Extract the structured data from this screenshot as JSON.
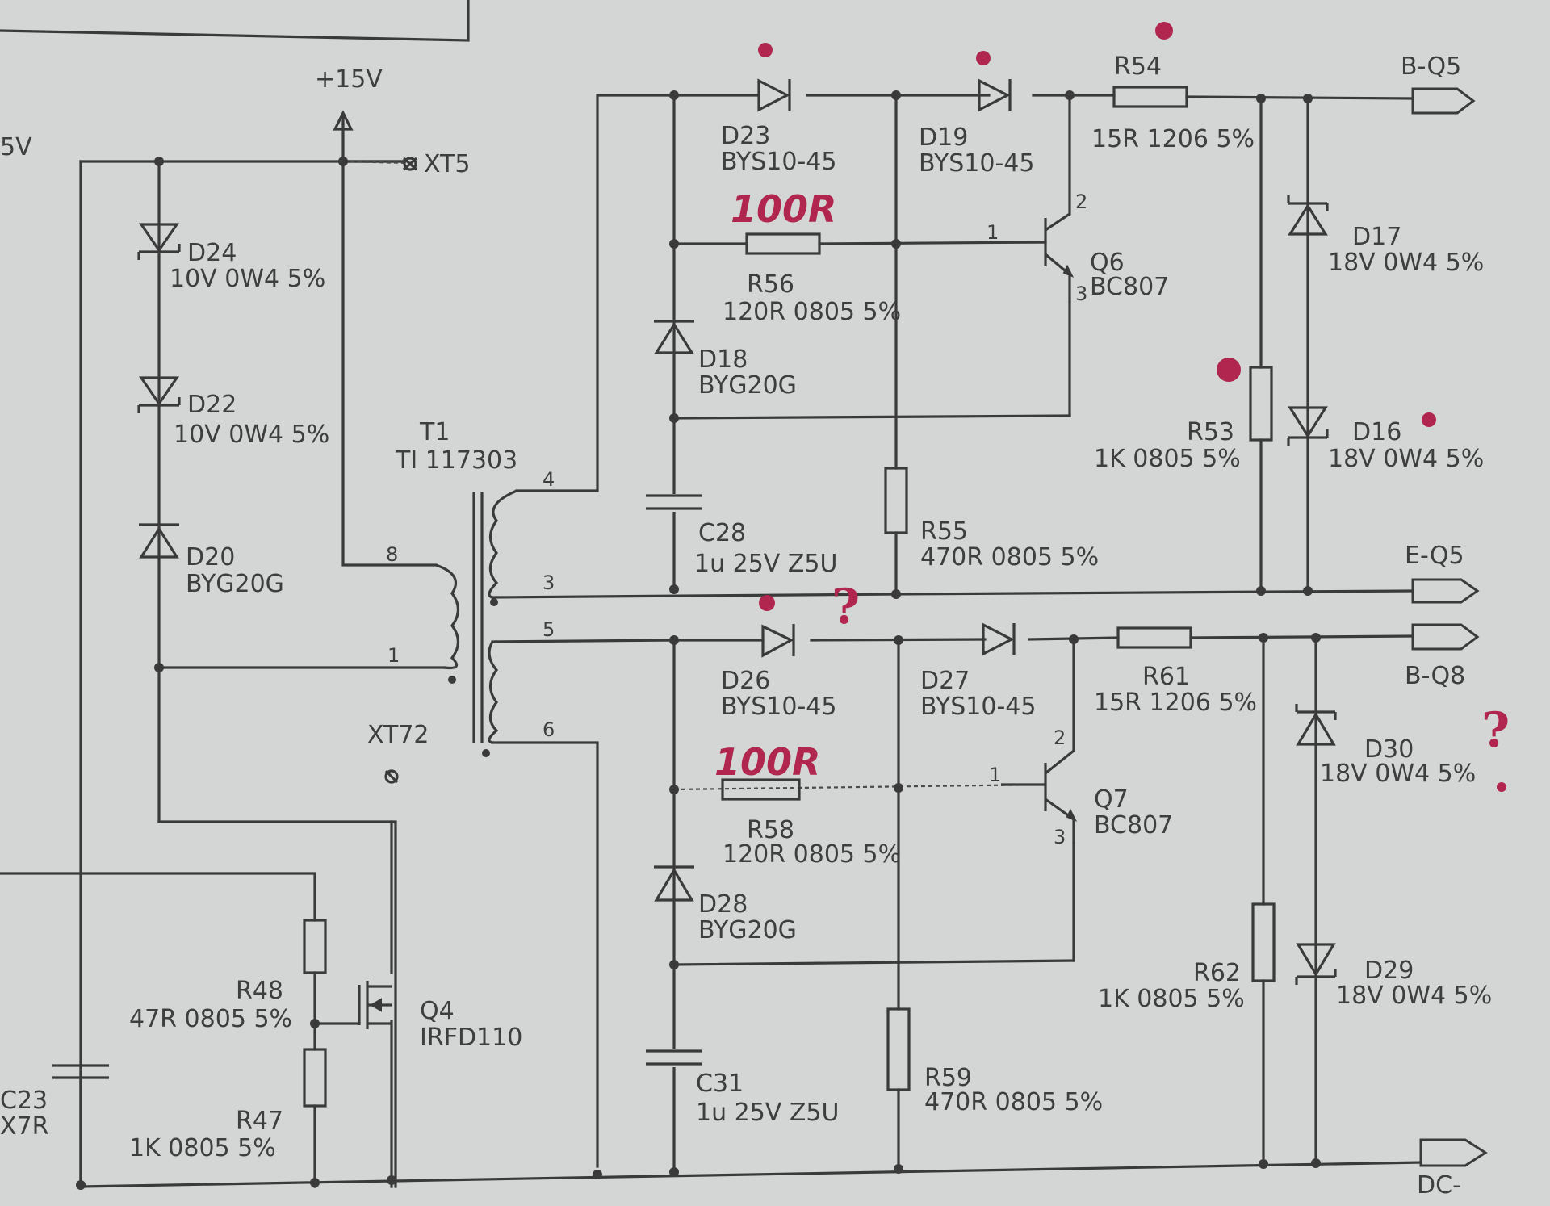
{
  "power": {
    "rail": "+15V",
    "partial_rail": "5V"
  },
  "test_points": {
    "xt5": "XT5",
    "xt72": "XT72"
  },
  "transformer": {
    "ref": "T1",
    "part": "TI 117303",
    "pins": {
      "p1": "1",
      "p3": "3",
      "p4": "4",
      "p5": "5",
      "p6": "6",
      "p8": "8"
    }
  },
  "components": {
    "d24": {
      "ref": "D24",
      "value": "10V 0W4 5%"
    },
    "d22": {
      "ref": "D22",
      "value": "10V 0W4 5%"
    },
    "d20": {
      "ref": "D20",
      "value": "BYG20G"
    },
    "d23": {
      "ref": "D23",
      "value": "BYS10-45"
    },
    "d19": {
      "ref": "D19",
      "value": "BYS10-45"
    },
    "d18": {
      "ref": "D18",
      "value": "BYG20G"
    },
    "d26": {
      "ref": "D26",
      "value": "BYS10-45"
    },
    "d27": {
      "ref": "D27",
      "value": "BYS10-45"
    },
    "d28": {
      "ref": "D28",
      "value": "BYG20G"
    },
    "d17": {
      "ref": "D17",
      "value": "18V 0W4 5%"
    },
    "d16": {
      "ref": "D16",
      "value": "18V 0W4 5%"
    },
    "d30": {
      "ref": "D30",
      "value": "18V 0W4 5%"
    },
    "d29": {
      "ref": "D29",
      "value": "18V 0W4 5%"
    },
    "r54": {
      "ref": "R54",
      "value": "15R 1206 5%"
    },
    "r61": {
      "ref": "R61",
      "value": "15R 1206 5%"
    },
    "r56": {
      "ref": "R56",
      "value": "120R 0805 5%"
    },
    "r58": {
      "ref": "R58",
      "value": "120R 0805 5%"
    },
    "r53": {
      "ref": "R53",
      "value": "1K 0805 5%"
    },
    "r62": {
      "ref": "R62",
      "value": "1K 0805 5%"
    },
    "r55": {
      "ref": "R55",
      "value": "470R 0805 5%"
    },
    "r59": {
      "ref": "R59",
      "value": "470R 0805 5%"
    },
    "r48": {
      "ref": "R48",
      "value": "47R 0805 5%"
    },
    "r47": {
      "ref": "R47",
      "value": "1K 0805 5%"
    },
    "c28": {
      "ref": "C28",
      "value": "1u 25V Z5U"
    },
    "c31": {
      "ref": "C31",
      "value": "1u 25V Z5U"
    },
    "c23": {
      "ref": "C23",
      "value": "X7R"
    },
    "q6": {
      "ref": "Q6",
      "value": "BC807"
    },
    "q7": {
      "ref": "Q7",
      "value": "BC807"
    },
    "q4": {
      "ref": "Q4",
      "value": "IRFD110"
    }
  },
  "transistor_pins": {
    "base": "1",
    "emitter": "2",
    "collector": "3"
  },
  "outputs": {
    "b_q5": "B-Q5",
    "e_q5": "E-Q5",
    "b_q8": "B-Q8",
    "dc_minus": "DC-"
  },
  "annotations": {
    "r56_note": "100R",
    "r58_note": "100R",
    "question": "?"
  },
  "colors": {
    "paper": "#d3d6d4",
    "ink": "#3a3a3a",
    "handwriting": "#b0264f"
  }
}
